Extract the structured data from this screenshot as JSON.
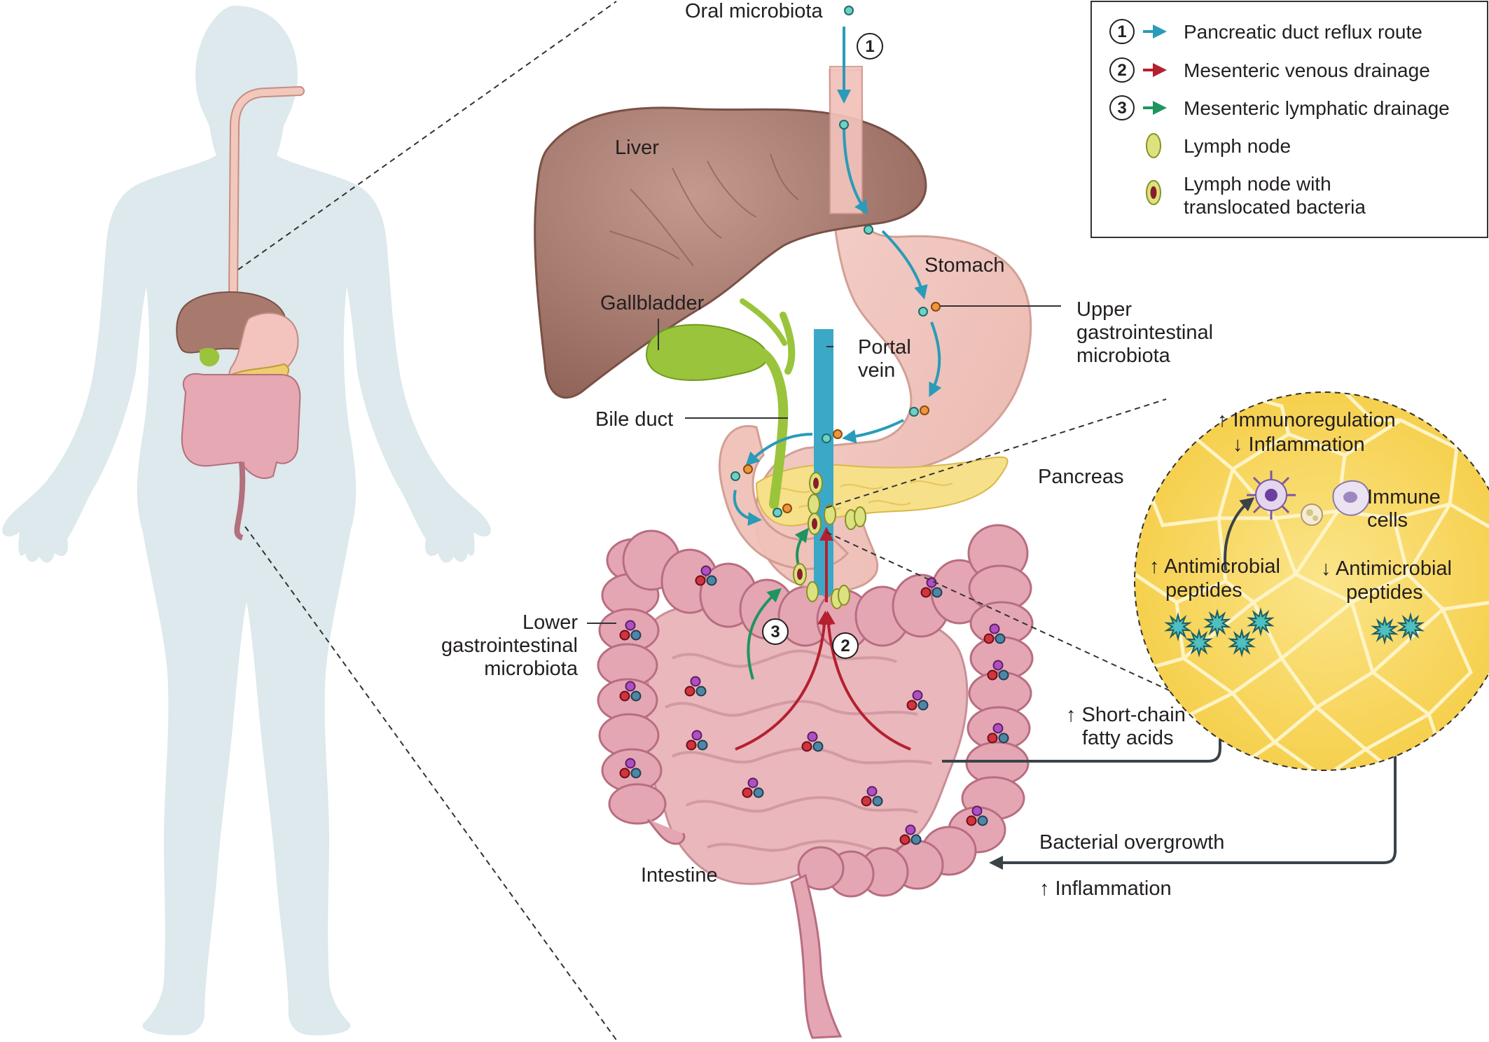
{
  "legend": {
    "items": [
      {
        "num": "1",
        "text": "Pancreatic duct reflux route",
        "color": "#2a9bb8"
      },
      {
        "num": "2",
        "text": "Mesenteric venous drainage",
        "color": "#b5202e"
      },
      {
        "num": "3",
        "text": "Mesenteric lymphatic drainage",
        "color": "#1f9460"
      }
    ],
    "lymph_node": "Lymph node",
    "lymph_node_bacteria_line1": "Lymph node with",
    "lymph_node_bacteria_line2": "translocated bacteria"
  },
  "labels": {
    "oral": "Oral microbiota",
    "liver": "Liver",
    "gallbladder": "Gallbladder",
    "stomach": "Stomach",
    "portal_1": "Portal",
    "portal_2": "vein",
    "upper_1": "Upper",
    "upper_2": "gastrointestinal",
    "upper_3": "microbiota",
    "bile": "Bile duct",
    "pancreas": "Pancreas",
    "lower_1": "Lower",
    "lower_2": "gastrointestinal",
    "lower_3": "microbiota",
    "intestine": "Intestine",
    "scfa_1": "↑ Short-chain",
    "scfa_2": "fatty acids",
    "overgrowth": "Bacterial overgrowth",
    "inflammation": "↑ Inflammation"
  },
  "route_numbers": {
    "one": "1",
    "two": "2",
    "three": "3"
  },
  "inset": {
    "immunoreg": "↑ Immunoregulation",
    "inflam": "↓ Inflammation",
    "immune_1": "Immune",
    "immune_2": "cells",
    "amp_up_1": "↑ Antimicrobial",
    "amp_up_2": "peptides",
    "amp_down_1": "↓ Antimicrobial",
    "amp_down_2": "peptides"
  },
  "colors": {
    "route1": "#2a9bb8",
    "route2": "#b5202e",
    "route3": "#1f9460",
    "liver": "#a87a6e",
    "stomach": "#f2c4bd",
    "intestine": "#e7aab4",
    "pancreas": "#f7e08a",
    "portal_vein": "#3aa8c6",
    "gallbladder": "#9ac43b",
    "inset_bg": "#f9d75e",
    "body": "#dde9ec"
  }
}
